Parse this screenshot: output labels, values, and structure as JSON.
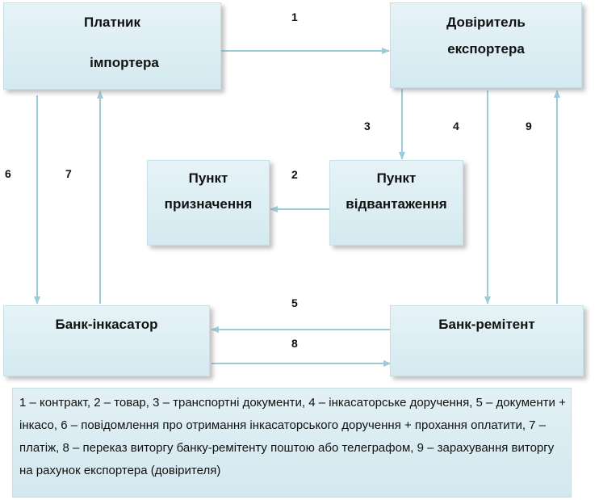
{
  "boxes": {
    "importer_payer": {
      "line1": "Платник",
      "line2": "імпортера"
    },
    "exporter_principal": {
      "line1": "Довіритель",
      "line2": "експортера"
    },
    "destination_point": {
      "line1": "Пункт",
      "line2": "призначення"
    },
    "shipment_point": {
      "line1": "Пункт",
      "line2": "відвантаження"
    },
    "collecting_bank": {
      "label": "Банк-інкасатор"
    },
    "remitting_bank": {
      "label": "Банк-ремітент"
    }
  },
  "numbers": {
    "n1": "1",
    "n2": "2",
    "n3": "3",
    "n4": "4",
    "n5": "5",
    "n6": "6",
    "n7": "7",
    "n8": "8",
    "n9": "9"
  },
  "legend": {
    "text": "1 – контракт, 2 – товар, 3 – транспортні документи, 4 – інкасаторське доручення, 5 – документи + інкасо, 6 – повідомлення про отримання інкасаторського доручення +  прохання оплатити, 7 – платіж, 8 – переказ виторгу банку-ремітенту поштою або телеграфом, 9 – зарахування виторгу на рахунок експортера (довірителя)"
  },
  "colors": {
    "box_fill": "#dceef3",
    "arrow": "#9ecbd8"
  }
}
